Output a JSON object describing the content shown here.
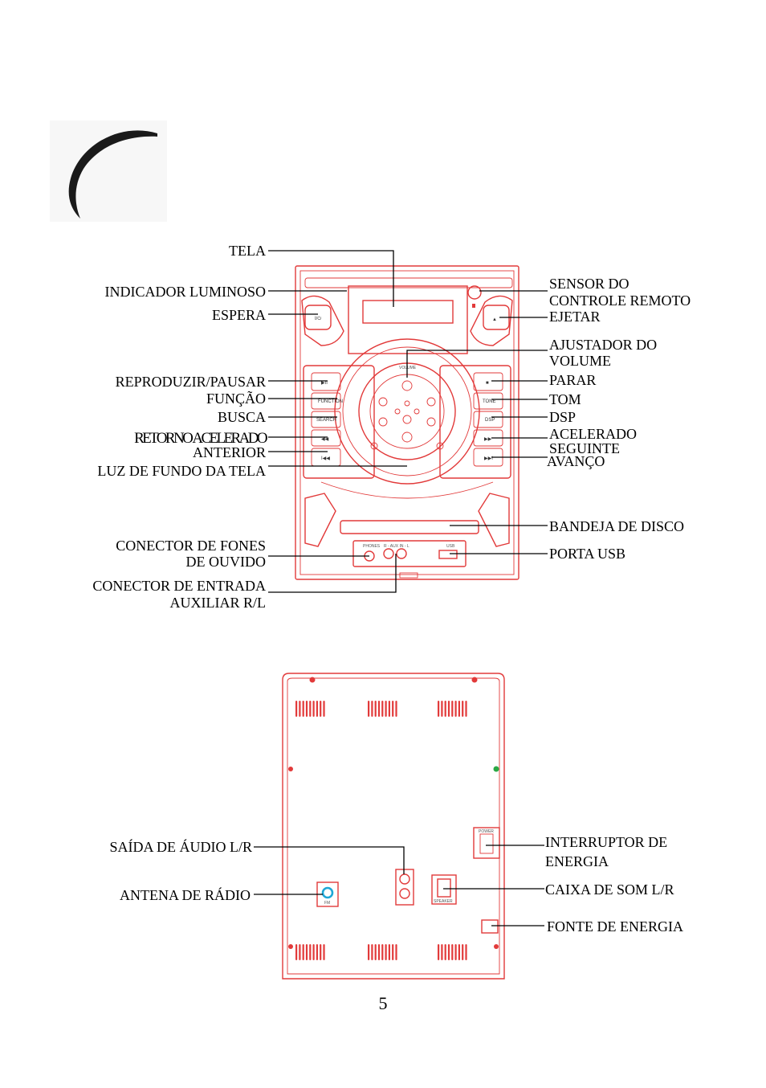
{
  "front_labels": {
    "tela": "TELA",
    "indicador": "INDICADOR LUMINOSO",
    "espera": "ESPERA",
    "reproduzir": "REPRODUZIR/PAUSAR",
    "funcao": "FUNÇÃO",
    "busca": "BUSCA",
    "retorno": "RETORNO ACELERADO",
    "anterior": "ANTERIOR",
    "luz_fundo": "LUZ DE FUNDO DA TELA",
    "fones_1": "CONECTOR DE FONES",
    "fones_2": "DE OUVIDO",
    "aux_1": "CONECTOR DE ENTRADA",
    "aux_2": "AUXILIAR R/L",
    "sensor_1": "SENSOR DO",
    "sensor_2": "CONTROLE REMOTO",
    "ejetar": "EJETAR",
    "volume_1": "AJUSTADOR DO",
    "volume_2": "VOLUME",
    "parar": "PARAR",
    "tom": "TOM",
    "dsp": "DSP",
    "acelerado": "ACELERADO",
    "seguinte": "SEGUINTE",
    "avanco": "AVANÇO",
    "bandeja": "BANDEJA DE DISCO",
    "usb": "PORTA USB"
  },
  "device_text": {
    "function": "FUNCTION",
    "search": "SEARCH",
    "tone": "TONE",
    "dsp": "DSP",
    "volume": "VOLUME",
    "standby": "I/⏻",
    "play_pause": "▶II",
    "stop": "■",
    "rewind": "◀◀",
    "forward": "▶▶",
    "prev": "I◀◀",
    "next": "▶▶I",
    "eject": "▲",
    "phones": "PHONES",
    "aux": "R - AUX IN - L",
    "usb": "USB",
    "power": "POWER",
    "fm": "FM",
    "speaker": "SPEAKER"
  },
  "back_labels": {
    "saida_audio": "SAÍDA DE ÁUDIO L/R",
    "antena": "ANTENA DE RÁDIO",
    "interruptor_1": "INTERRUPTOR DE",
    "interruptor_2": "ENERGIA",
    "caixa_som": "CAIXA DE SOM L/R",
    "fonte": "FONTE DE ENERGIA"
  },
  "page_number": "5",
  "colors": {
    "device_outline": "#e23a3a",
    "leader": "#000000",
    "swoosh": "#1a1a1a",
    "green_screw": "#2aa845",
    "antenna_ring": "#1ea7d6"
  }
}
